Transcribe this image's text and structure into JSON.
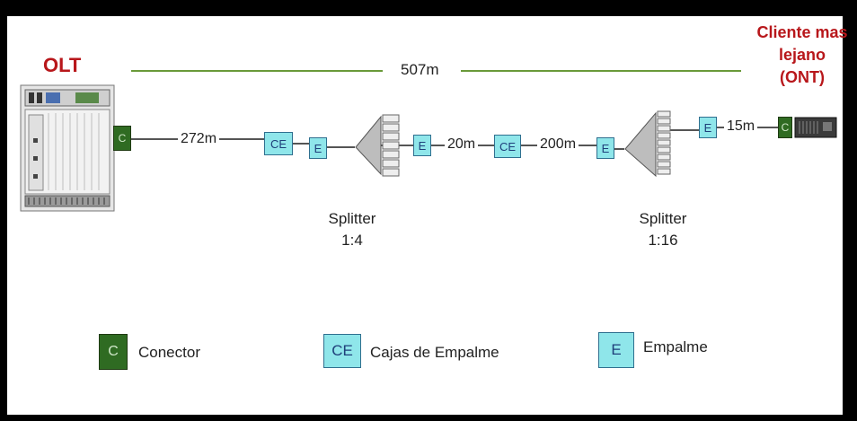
{
  "olt": {
    "title": "OLT"
  },
  "client": {
    "title_lines": [
      "Cliente mas",
      "lejano",
      "(ONT)"
    ]
  },
  "total_distance": "507m",
  "chain": {
    "olt_connector": "C",
    "seg1": "272m",
    "ce1": "CE",
    "e1": "E",
    "e2": "E",
    "seg2": "20m",
    "ce2": "CE",
    "seg3": "200m",
    "e3": "E",
    "e4": "E",
    "seg4": "15m",
    "ont_connector": "C"
  },
  "splitters": [
    {
      "name": "Splitter",
      "ratio": "1:4"
    },
    {
      "name": "Splitter",
      "ratio": "1:16"
    }
  ],
  "legend": [
    {
      "symbol": "C",
      "label": "Conector"
    },
    {
      "symbol": "CE",
      "label": "Cajas de Empalme"
    },
    {
      "symbol": "E",
      "label": "Empalme"
    }
  ],
  "colors": {
    "connector": "#2f6b22",
    "splice_box": "#8fe6ea",
    "line": "#6a9a3a",
    "title_red": "#b8171b"
  }
}
